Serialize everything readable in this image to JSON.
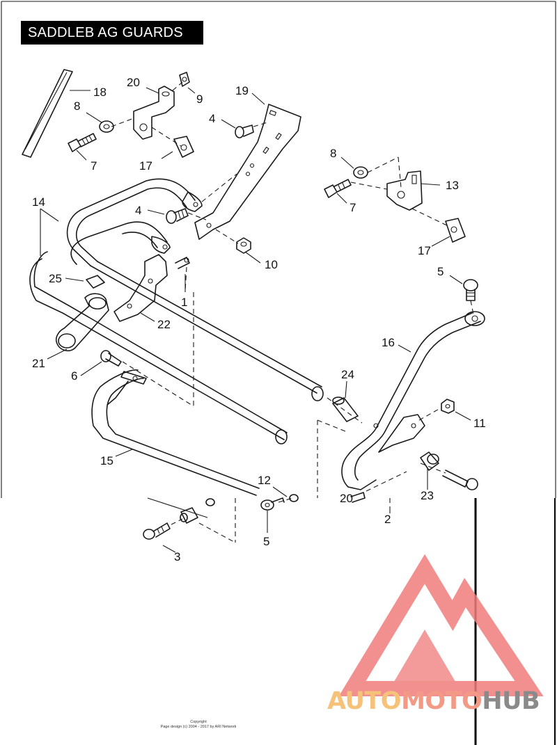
{
  "diagram": {
    "title": "SADDLEB AG GUARDS",
    "labels": [
      {
        "id": "18",
        "text": "18"
      },
      {
        "id": "20",
        "text": "20"
      },
      {
        "id": "9",
        "text": "9"
      },
      {
        "id": "19",
        "text": "19"
      },
      {
        "id": "8a",
        "text": "8"
      },
      {
        "id": "4a",
        "text": "4"
      },
      {
        "id": "7a",
        "text": "7"
      },
      {
        "id": "17a",
        "text": "17"
      },
      {
        "id": "8b",
        "text": "8"
      },
      {
        "id": "13",
        "text": "13"
      },
      {
        "id": "7b",
        "text": "7"
      },
      {
        "id": "14",
        "text": "14"
      },
      {
        "id": "4b",
        "text": "4"
      },
      {
        "id": "17b",
        "text": "17"
      },
      {
        "id": "10",
        "text": "10"
      },
      {
        "id": "5a",
        "text": "5"
      },
      {
        "id": "25",
        "text": "25"
      },
      {
        "id": "1",
        "text": "1"
      },
      {
        "id": "22",
        "text": "22"
      },
      {
        "id": "16",
        "text": "16"
      },
      {
        "id": "21",
        "text": "21"
      },
      {
        "id": "6",
        "text": "6"
      },
      {
        "id": "24",
        "text": "24"
      },
      {
        "id": "11",
        "text": "11"
      },
      {
        "id": "15",
        "text": "15"
      },
      {
        "id": "12",
        "text": "12"
      },
      {
        "id": "23",
        "text": "23"
      },
      {
        "id": "2",
        "text": "2"
      },
      {
        "id": "3",
        "text": "3"
      },
      {
        "id": "5b",
        "text": "5"
      },
      {
        "id": "20b",
        "text": "20"
      }
    ]
  },
  "footer": {
    "line1": "Copyright",
    "line2": "Page design (c) 2004 - 2017 by ARI Network"
  },
  "watermark": {
    "part1": "AUTO",
    "part2": "MOTO",
    "part3": "HUB",
    "color_light": "#f6c27a",
    "color_mid": "#f29a86",
    "color_dark": "#8a8a8a",
    "logo_color": "#f07d7d"
  }
}
